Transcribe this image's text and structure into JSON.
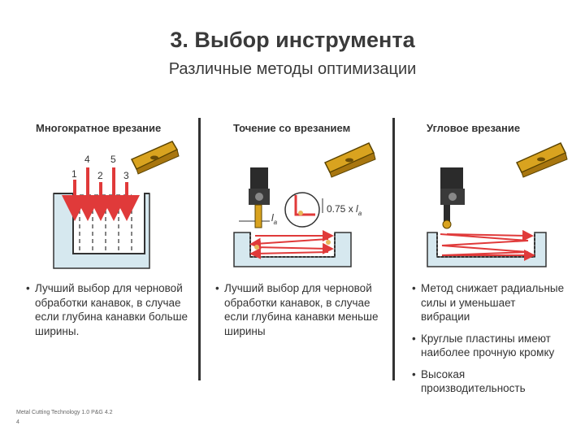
{
  "header": {
    "title": "3. Выбор инструмента",
    "subtitle": "Различные методы оптимизации"
  },
  "columns": [
    {
      "heading": "Многократное врезание",
      "figure_numbers": [
        "1",
        "4",
        "2",
        "5",
        "3"
      ],
      "bullets": [
        "Лучший выбор для черновой обработки канавок, в случае если глубина канавки больше ширины."
      ]
    },
    {
      "heading": "Точение со врезанием",
      "figure_labels": {
        "la": "l",
        "la_sub": "a",
        "depth": "0.75 x ",
        "depth_l": "l",
        "depth_sub": "a"
      },
      "bullets": [
        "Лучший выбор для черновой обработки канавок, в случае если глубина канавки меньше ширины"
      ]
    },
    {
      "heading": "Угловое врезание",
      "bullets": [
        "Метод снижает радиальные силы и уменьшает вибрации",
        "Круглые пластины имеют наиболее прочную кромку",
        "Высокая производительность"
      ]
    }
  ],
  "footer": {
    "source": "Metal Cutting Technology 1.0 P&G 4.2",
    "page": "4"
  },
  "colors": {
    "arrow_red": "#e03a3a",
    "workpiece": "#d6e8ef",
    "insert_gold": "#d9a31f",
    "tool_dark": "#2b2b2b"
  }
}
